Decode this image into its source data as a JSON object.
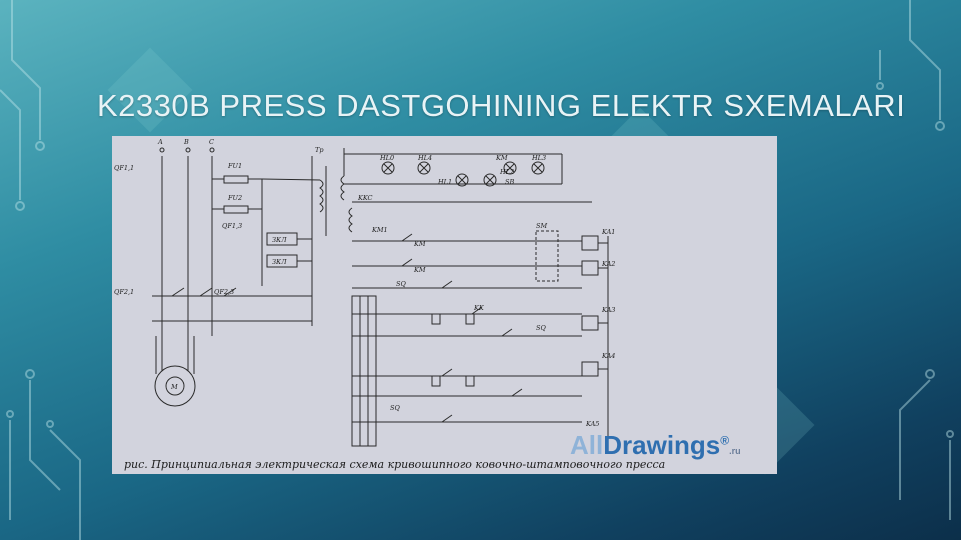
{
  "slide": {
    "title": "K2330B PRESS DASTGOHINING ELEKTR SXEMALARI"
  },
  "diagram": {
    "caption": "рис.  Принципиальная электрическая схема кривошипного ковочно-штамповочного пресса",
    "watermark": {
      "left": "All",
      "right": "Drawings",
      "mark": "®",
      "suffix": ".ru"
    },
    "labels": {
      "phase_a": "A",
      "phase_b": "B",
      "phase_c": "C",
      "qf1": "QF1,1",
      "fu1": "FU1",
      "fu2": "FU2",
      "qf3": "QF1,3",
      "kk1": "ЗКЛ",
      "kk2": "ЗКЛ",
      "qf2": "QF2,1",
      "qf23": "QF2,3",
      "motor": "M",
      "tr": "Tp",
      "hl0": "HL0",
      "hl4": "HL4",
      "hl1": "HL1",
      "hl2": "HL2",
      "hl3": "HL3",
      "km_top": "KM",
      "sb": "SB",
      "kkc": "KKC",
      "km1": "KM1",
      "km2": "KM",
      "km3": "KM",
      "kk3": "KK",
      "sq": "SQ",
      "sm": "SM",
      "ka1": "KA1",
      "ka2": "KA2",
      "ka3": "KA3",
      "ka4": "KA4",
      "ka5": "KA5",
      "sq2": "SQ",
      "sq3": "SQ"
    }
  },
  "colors": {
    "accent": "#2f8da3",
    "diagram_bg": "#d2d3dd",
    "ink": "#1c1c1c"
  }
}
